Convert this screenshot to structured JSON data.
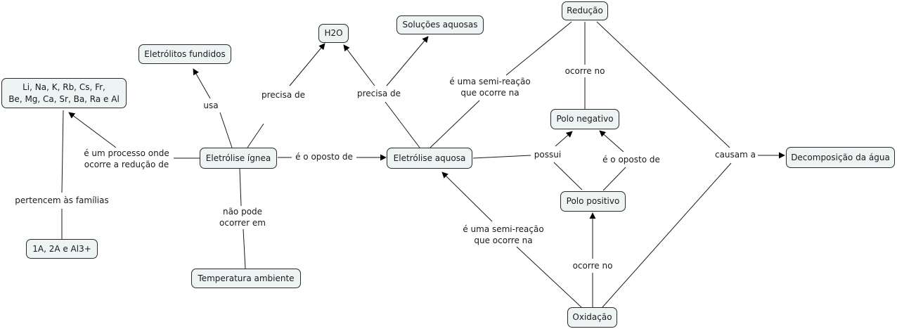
{
  "concept_map": {
    "concepts": [
      {
        "id": "metais",
        "label": "Li, Na, K, Rb, Cs, Fr,\nBe, Mg, Ca, Sr, Ba, Ra e Al"
      },
      {
        "id": "familias",
        "label": "1A, 2A e Al3+"
      },
      {
        "id": "eletrolitos_fundidos",
        "label": "Eletrólitos fundidos"
      },
      {
        "id": "eletrolise_ignea",
        "label": "Eletrólise ígnea"
      },
      {
        "id": "temperatura_ambiente",
        "label": "Temperatura ambiente"
      },
      {
        "id": "h2o",
        "label": "H2O"
      },
      {
        "id": "solucoes_aquosas",
        "label": "Soluções aquosas"
      },
      {
        "id": "eletrolise_aquosa",
        "label": "Eletrólise aquosa"
      },
      {
        "id": "reducao",
        "label": "Redução"
      },
      {
        "id": "polo_negativo",
        "label": "Polo negativo"
      },
      {
        "id": "polo_positivo",
        "label": "Polo positivo"
      },
      {
        "id": "oxidacao",
        "label": "Oxidação"
      },
      {
        "id": "decomposicao",
        "label": "Decomposição da água"
      }
    ],
    "linking_phrases": [
      {
        "id": "lp_processo",
        "label": "é um processo onde\nocorre a redução de"
      },
      {
        "id": "lp_familias",
        "label": "pertencem às famílias"
      },
      {
        "id": "lp_usa",
        "label": "usa"
      },
      {
        "id": "lp_precisa1",
        "label": "precisa de"
      },
      {
        "id": "lp_naopode",
        "label": "não pode\nocorrer em"
      },
      {
        "id": "lp_oposto1",
        "label": "é o oposto de"
      },
      {
        "id": "lp_precisa2",
        "label": "precisa de"
      },
      {
        "id": "lp_semi_red",
        "label": "é uma semi-reação\nque ocorre na"
      },
      {
        "id": "lp_ocorre_red",
        "label": "ocorre no"
      },
      {
        "id": "lp_possui",
        "label": "possui"
      },
      {
        "id": "lp_oposto2",
        "label": "é o oposto de"
      },
      {
        "id": "lp_semi_ox",
        "label": "é uma semi-reação\nque ocorre na"
      },
      {
        "id": "lp_ocorre_ox",
        "label": "ocorre no"
      },
      {
        "id": "lp_causam",
        "label": "causam a"
      }
    ],
    "connections": [
      {
        "from": "eletrolise_ignea",
        "via": "lp_processo",
        "to": "metais"
      },
      {
        "from": "familias",
        "via": "lp_familias",
        "to": "metais"
      },
      {
        "from": "eletrolise_ignea",
        "via": "lp_usa",
        "to": "eletrolitos_fundidos"
      },
      {
        "from": "eletrolise_ignea",
        "via": "lp_precisa1",
        "to": "h2o"
      },
      {
        "from": "eletrolise_ignea",
        "via": "lp_naopode",
        "to": "temperatura_ambiente"
      },
      {
        "from": "eletrolise_ignea",
        "via": "lp_oposto1",
        "to": "eletrolise_aquosa"
      },
      {
        "from": "eletrolise_aquosa",
        "via": "lp_precisa2",
        "to": "h2o"
      },
      {
        "from": "eletrolise_aquosa",
        "via": "lp_precisa2",
        "to": "solucoes_aquosas"
      },
      {
        "from": "reducao",
        "via": "lp_semi_red",
        "to": "eletrolise_aquosa"
      },
      {
        "from": "reducao",
        "via": "lp_ocorre_red",
        "to": "polo_negativo"
      },
      {
        "from": "eletrolise_aquosa",
        "via": "lp_possui",
        "to": "polo_negativo"
      },
      {
        "from": "eletrolise_aquosa",
        "via": "lp_possui",
        "to": "polo_positivo"
      },
      {
        "from": "polo_positivo",
        "via": "lp_oposto2",
        "to": "polo_negativo"
      },
      {
        "from": "oxidacao",
        "via": "lp_semi_ox",
        "to": "eletrolise_aquosa"
      },
      {
        "from": "oxidacao",
        "via": "lp_ocorre_ox",
        "to": "polo_positivo"
      },
      {
        "from": "reducao",
        "via": "lp_causam",
        "to": "decomposicao"
      },
      {
        "from": "oxidacao",
        "via": "lp_causam",
        "to": "decomposicao"
      }
    ]
  }
}
